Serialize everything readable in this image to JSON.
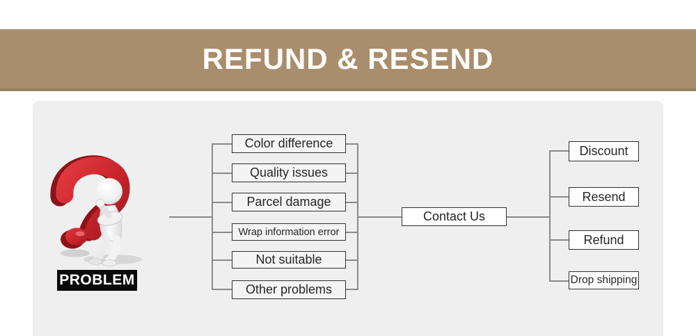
{
  "header": {
    "title": "REFUND & RESEND",
    "banner_color": "#a98e6e",
    "banner_edge_color": "#977f5f",
    "text_color": "#ffffff"
  },
  "problem_figure": {
    "label": "PROBLEM",
    "icons": [
      "question-mark-3d-icon",
      "thinking-person-icon"
    ],
    "question_mark_color": "#c9242b",
    "question_mark_shadow_color": "#8c1418"
  },
  "flowchart": {
    "problems": [
      "Color difference",
      "Quality issues",
      "Parcel damage",
      "Wrap information error",
      "Not suitable",
      "Other problems"
    ],
    "hub": "Contact Us",
    "outcomes": [
      "Discount",
      "Resend",
      "Refund",
      "Drop shipping"
    ]
  },
  "colors": {
    "card_background": "#efefef",
    "box_border": "#2e2e2e",
    "connector_line": "#8a8a8a",
    "problem_box_fill": "#f4f4f4",
    "outcome_box_fill": "#ffffff"
  }
}
